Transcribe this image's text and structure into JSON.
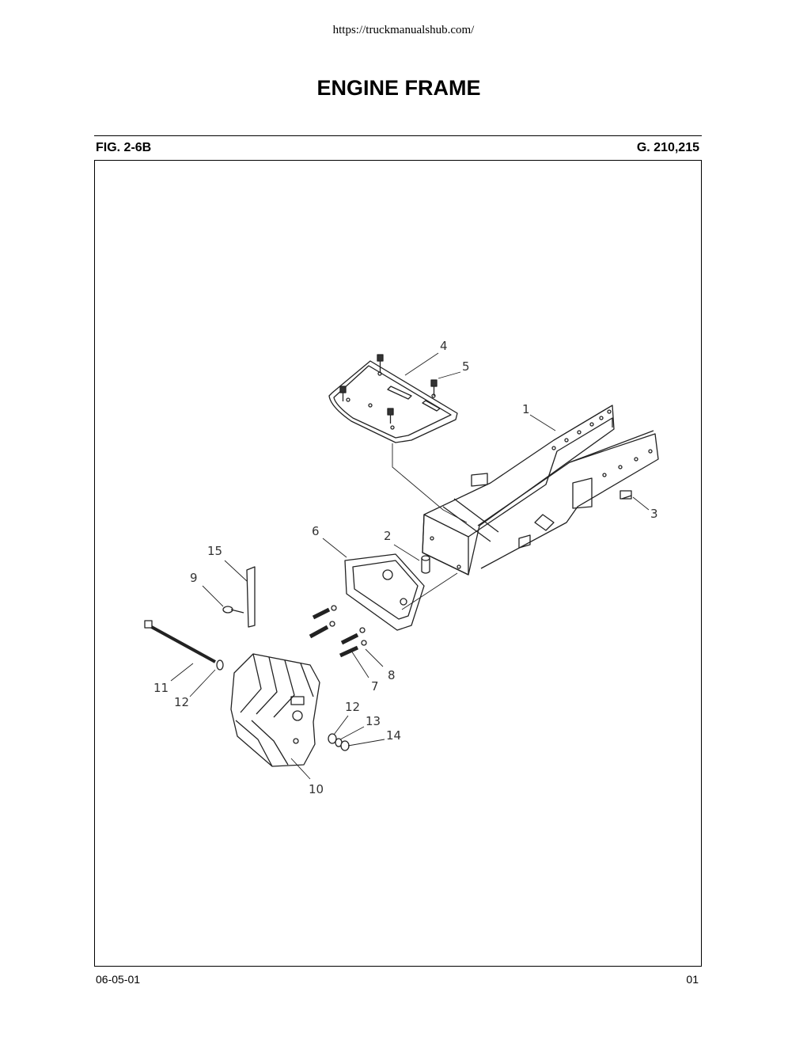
{
  "header": {
    "url": "https://truckmanualshub.com/",
    "title": "ENGINE FRAME"
  },
  "figure": {
    "fig_label": "FIG. 2-6B",
    "group_label": "G. 210,215",
    "callouts": [
      "1",
      "2",
      "3",
      "4",
      "5",
      "6",
      "7",
      "8",
      "9",
      "10",
      "11",
      "12",
      "12",
      "13",
      "14",
      "15"
    ]
  },
  "footer": {
    "date": "06-05-01",
    "page": "01"
  }
}
